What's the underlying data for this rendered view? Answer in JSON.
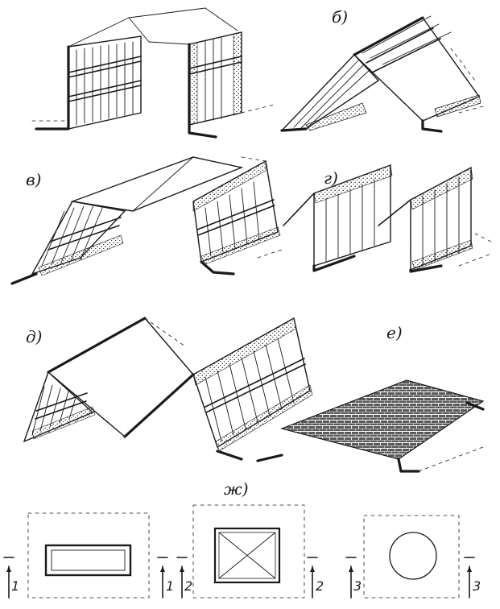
{
  "labels": {
    "b": "б)",
    "v": "в)",
    "g": "г)",
    "d": "д)",
    "e": "е)",
    "zh": "ж)"
  },
  "section_marks": {
    "one": "1",
    "two": "2",
    "three": "3"
  },
  "colors": {
    "ink": "#1a1a1a",
    "paper": "#ffffff",
    "stipple": "#2a2a2a"
  }
}
